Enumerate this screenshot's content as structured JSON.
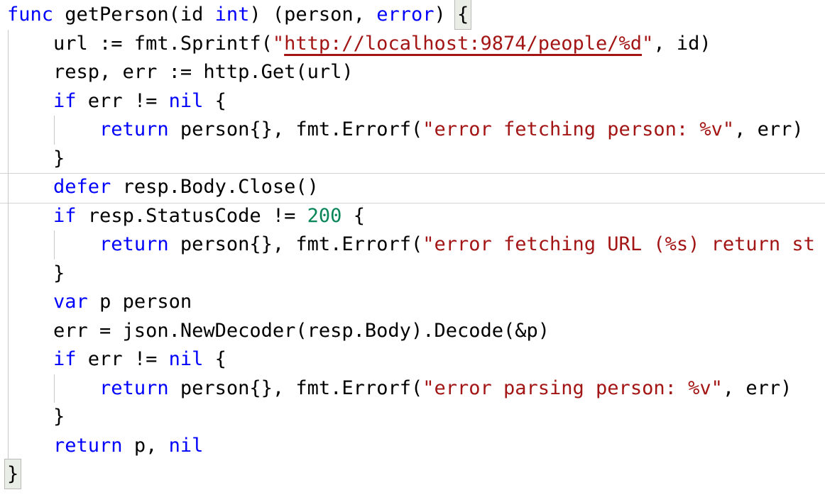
{
  "app": {
    "type": "code-editor",
    "language": "go"
  },
  "colors": {
    "background": "#ffffff",
    "text": "#000000",
    "keyword": "#0000ff",
    "string": "#a31515",
    "number": "#098658",
    "link_underline": "#a31515",
    "indent_guide": "#c8c8c8",
    "current_line_border": "#d3d3d3",
    "bracket_match_bg": "#e8ede6",
    "bracket_match_border": "#b9b9b9"
  },
  "code": {
    "lines": [
      {
        "guides": [],
        "tokens": [
          [
            "k",
            "func"
          ],
          [
            "p",
            " getPerson(id "
          ],
          [
            "k",
            "int"
          ],
          [
            "p",
            ") (person, "
          ],
          [
            "k",
            "error"
          ],
          [
            "p",
            ") "
          ],
          [
            "b",
            "{"
          ]
        ]
      },
      {
        "guides": [
          1
        ],
        "tokens": [
          [
            "p",
            "    url := fmt.Sprintf("
          ],
          [
            "s",
            "\""
          ],
          [
            "l",
            "http://localhost:9874/people/%d"
          ],
          [
            "s",
            "\""
          ],
          [
            "p",
            ", id)"
          ]
        ]
      },
      {
        "guides": [
          1
        ],
        "tokens": [
          [
            "p",
            "    resp, err := http.Get(url)"
          ]
        ]
      },
      {
        "guides": [
          1
        ],
        "tokens": [
          [
            "p",
            "    "
          ],
          [
            "k",
            "if"
          ],
          [
            "p",
            " err != "
          ],
          [
            "k",
            "nil"
          ],
          [
            "p",
            " {"
          ]
        ]
      },
      {
        "guides": [
          1,
          2
        ],
        "tokens": [
          [
            "p",
            "        "
          ],
          [
            "k",
            "return"
          ],
          [
            "p",
            " person{}, fmt.Errorf("
          ],
          [
            "s",
            "\"error fetching person: %v\""
          ],
          [
            "p",
            ", err)"
          ]
        ]
      },
      {
        "guides": [
          1
        ],
        "tokens": [
          [
            "p",
            "    }"
          ]
        ]
      },
      {
        "guides": [
          1
        ],
        "current": true,
        "tokens": [
          [
            "p",
            "    "
          ],
          [
            "k",
            "defer"
          ],
          [
            "p",
            " resp.Body.Close()"
          ]
        ]
      },
      {
        "guides": [
          1
        ],
        "tokens": [
          [
            "p",
            "    "
          ],
          [
            "k",
            "if"
          ],
          [
            "p",
            " resp.StatusCode != "
          ],
          [
            "n",
            "200"
          ],
          [
            "p",
            " {"
          ]
        ]
      },
      {
        "guides": [
          1,
          2
        ],
        "tokens": [
          [
            "p",
            "        "
          ],
          [
            "k",
            "return"
          ],
          [
            "p",
            " person{}, fmt.Errorf("
          ],
          [
            "s",
            "\"error fetching URL (%s) return st"
          ]
        ]
      },
      {
        "guides": [
          1
        ],
        "tokens": [
          [
            "p",
            "    }"
          ]
        ]
      },
      {
        "guides": [
          1
        ],
        "tokens": [
          [
            "p",
            "    "
          ],
          [
            "k",
            "var"
          ],
          [
            "p",
            " p person"
          ]
        ]
      },
      {
        "guides": [
          1
        ],
        "tokens": [
          [
            "p",
            "    err = json.NewDecoder(resp.Body).Decode(&p)"
          ]
        ]
      },
      {
        "guides": [
          1
        ],
        "tokens": [
          [
            "p",
            "    "
          ],
          [
            "k",
            "if"
          ],
          [
            "p",
            " err != "
          ],
          [
            "k",
            "nil"
          ],
          [
            "p",
            " {"
          ]
        ]
      },
      {
        "guides": [
          1,
          2
        ],
        "tokens": [
          [
            "p",
            "        "
          ],
          [
            "k",
            "return"
          ],
          [
            "p",
            " person{}, fmt.Errorf("
          ],
          [
            "s",
            "\"error parsing person: %v\""
          ],
          [
            "p",
            ", err)"
          ]
        ]
      },
      {
        "guides": [
          1
        ],
        "tokens": [
          [
            "p",
            "    }"
          ]
        ]
      },
      {
        "guides": [
          1
        ],
        "tokens": [
          [
            "p",
            "    "
          ],
          [
            "k",
            "return"
          ],
          [
            "p",
            " p, "
          ],
          [
            "k",
            "nil"
          ]
        ]
      },
      {
        "guides": [],
        "tokens": [
          [
            "b",
            "}"
          ]
        ]
      }
    ]
  }
}
